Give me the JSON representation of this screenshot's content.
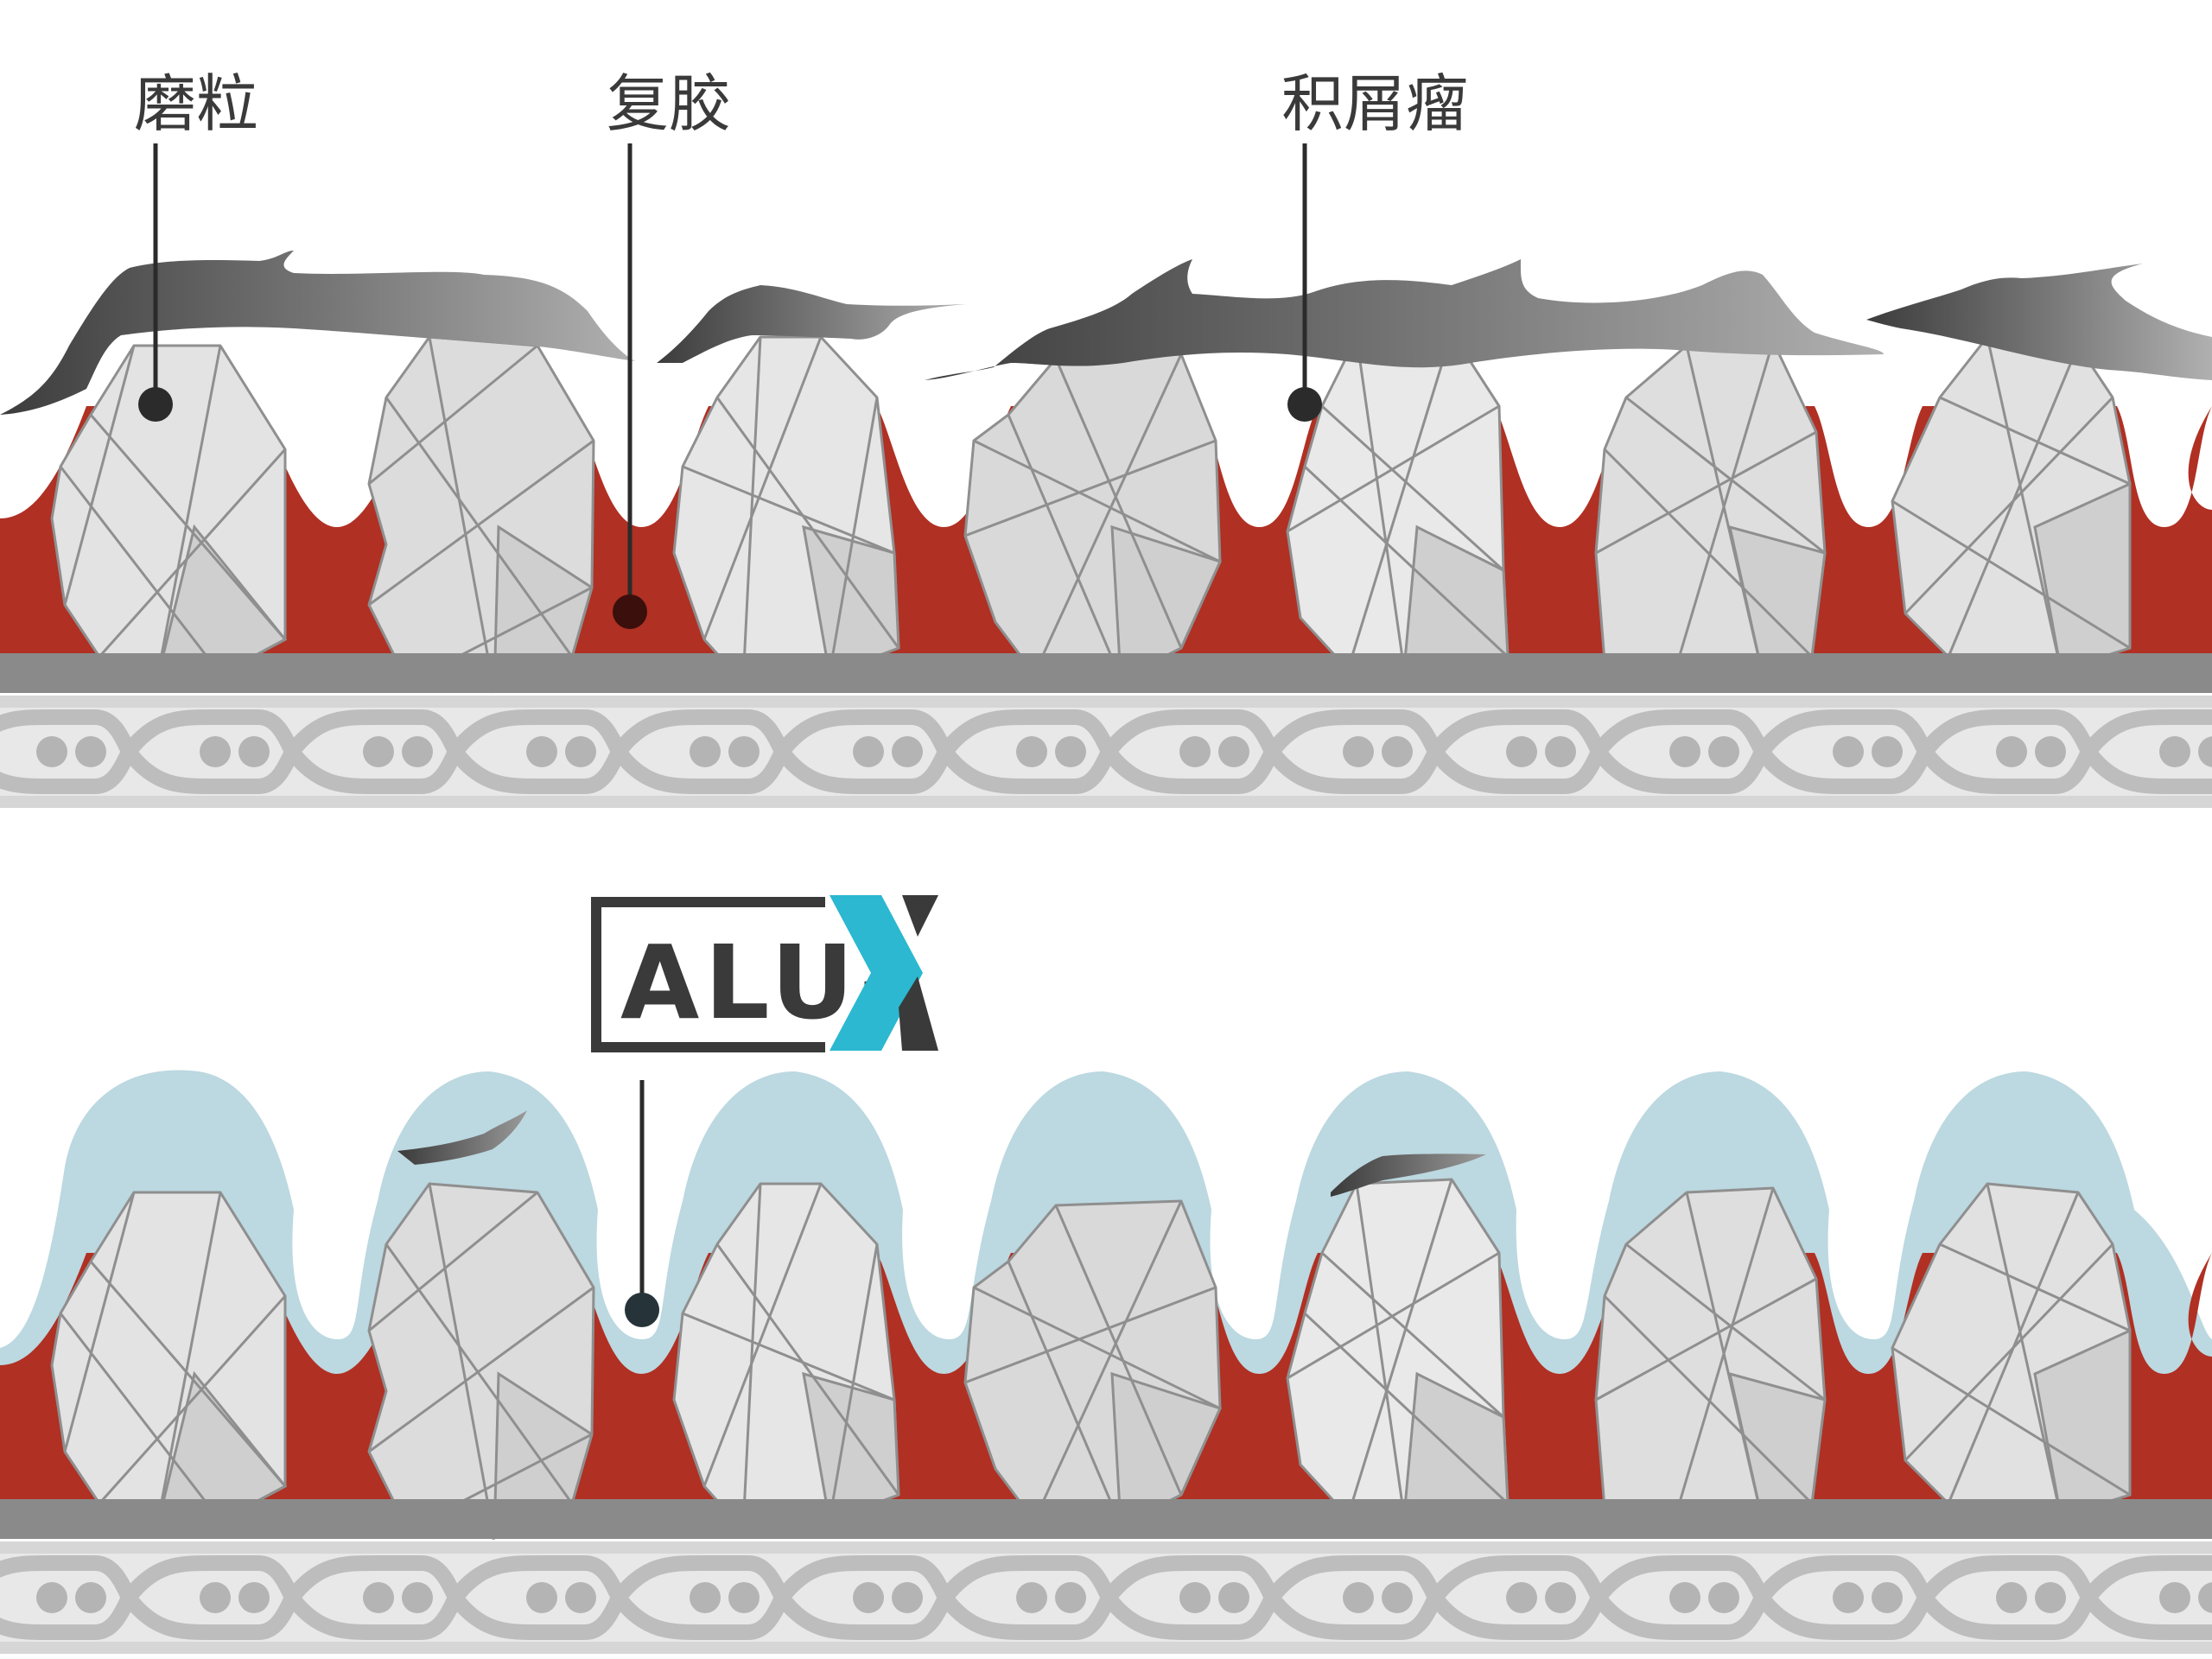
{
  "labels": {
    "grain": "磨粒",
    "bond": "复胶",
    "buildup": "积屑瘤"
  },
  "logo": {
    "text": "ALU-",
    "mark": "X"
  },
  "colors": {
    "resin": "#b03023",
    "grain_fill": "#e4e4e4",
    "grain_edge": "#8f8f8f",
    "backing_band": "#8a8a8a",
    "backing_mesh": "#bdbdbd",
    "coating": "#bcd8e0",
    "chip_dark": "#3c3c3c",
    "chip_light": "#a8a8a8",
    "logo_accent": "#2bb8d0",
    "logo_dark": "#3a3a3a"
  },
  "panels": [
    {
      "variant": "clogged",
      "coating": false
    },
    {
      "variant": "alu-x",
      "coating": true
    }
  ]
}
